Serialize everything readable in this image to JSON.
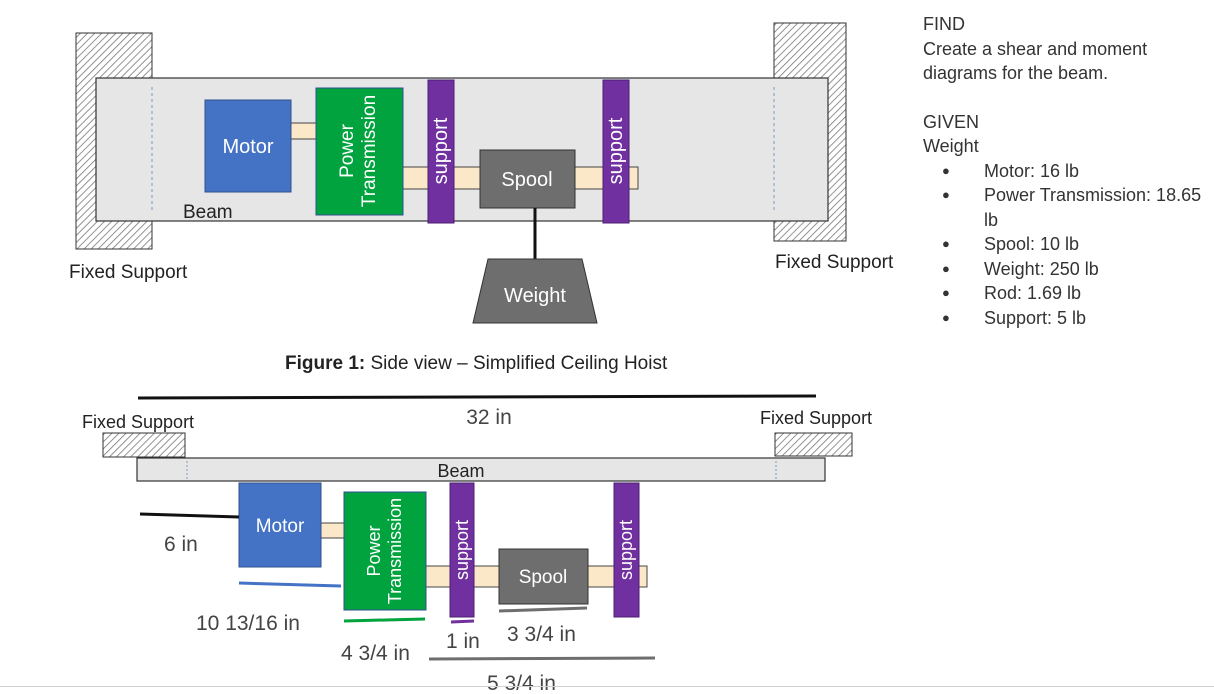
{
  "find": {
    "heading": "FIND",
    "text": "Create a shear and moment diagrams for the beam."
  },
  "given": {
    "heading": "GIVEN",
    "subheading": "Weight",
    "items": [
      "Motor: 16 lb",
      "Power Transmission: 18.65 lb",
      "Spool: 10 lb",
      "Weight: 250 lb",
      "Rod: 1.69 lb",
      "Support: 5 lb"
    ]
  },
  "figure1": {
    "caption_bold": "Figure 1:",
    "caption_rest": " Side view – Simplified Ceiling Hoist",
    "motor": "Motor",
    "power_line1": "Power",
    "power_line2": "Transmission",
    "support": "support",
    "spool": "Spool",
    "weight": "Weight",
    "beam": "Beam",
    "fixed_left": "Fixed Support",
    "fixed_right": "Fixed Support"
  },
  "figure2": {
    "fixed_left": "Fixed Support",
    "fixed_right": "Fixed Support",
    "beam": "Beam",
    "motor": "Motor",
    "power_line1": "Power",
    "power_line2": "Transmission",
    "support": "support",
    "spool": "Spool",
    "dims": {
      "total": "32 in",
      "d6": "6 in",
      "d10": "10 13/16 in",
      "d4": "4 3/4 in",
      "d1": "1 in",
      "d3": "3 3/4 in",
      "d5": "5 3/4 in"
    }
  },
  "colors": {
    "motor": "#4472C4",
    "power": "#00A33E",
    "support": "#7030A0",
    "spool": "#6E6E6E",
    "rod": "#FBE8C8",
    "beam": "#E6E6E6"
  }
}
